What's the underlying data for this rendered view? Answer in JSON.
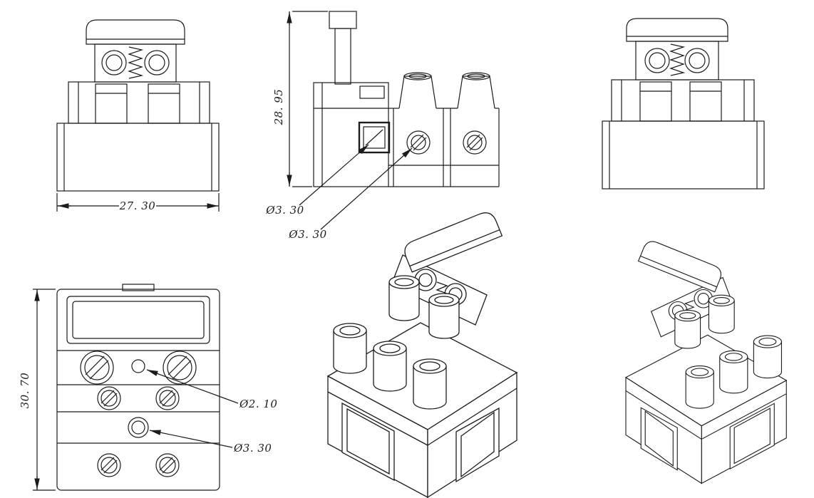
{
  "colors": {
    "ink": "#1c1c1c",
    "background": "#ffffff"
  },
  "dims": {
    "front_width": "27. 30",
    "side_height": "28. 95",
    "plan_height": "30. 70",
    "side_hole_upper": "Ø3. 30",
    "side_hole_lower": "Ø3. 30",
    "plan_hole_small": "Ø2. 10",
    "plan_hole_center": "Ø3. 30"
  }
}
